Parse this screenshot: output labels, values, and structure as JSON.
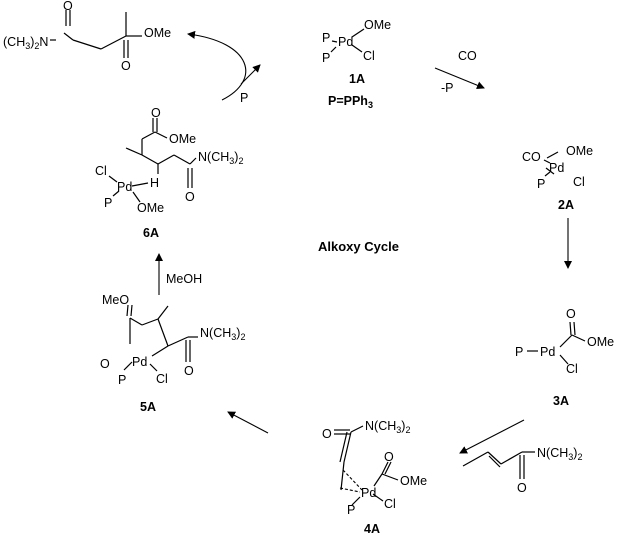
{
  "title": "Alkoxy Cycle",
  "definition": "P=PPh",
  "definition_subscript": "3",
  "compounds": {
    "c1A": {
      "id": "1A",
      "atoms": {
        "pd": "Pd",
        "ome": "OMe",
        "cl": "Cl",
        "p1": "P",
        "p2": "P"
      }
    },
    "c2A": {
      "id": "2A",
      "atoms": {
        "co": "CO",
        "pd": "Pd",
        "ome": "OMe",
        "cl": "Cl",
        "p": "P"
      }
    },
    "c3A": {
      "id": "3A",
      "atoms": {
        "p": "P",
        "pd": "Pd",
        "ome": "OMe",
        "o": "O",
        "cl": "Cl"
      }
    },
    "c4A": {
      "id": "4A",
      "atoms": {
        "amide": "N(CH",
        "o1": "O",
        "pd": "Pd",
        "o2": "O",
        "ome": "OMe",
        "cl": "Cl",
        "p": "P"
      }
    },
    "c5A": {
      "id": "5A",
      "atoms": {
        "meo": "MeO",
        "o1": "O",
        "pd": "Pd",
        "cl": "Cl",
        "p": "P",
        "amide": "N(CH",
        "o2": "O"
      }
    },
    "c6A": {
      "id": "6A",
      "atoms": {
        "o1": "O",
        "ome": "OMe",
        "amide": "N(CH",
        "o2": "O",
        "cl": "Cl",
        "pd": "Pd",
        "h": "H",
        "p": "P",
        "ome2": "OMe"
      }
    },
    "product": {
      "atoms": {
        "amide": "(CH",
        "n": "N",
        "o1": "O",
        "ome": "OMe",
        "o2": "O"
      }
    },
    "substrate": {
      "atoms": {
        "amide": "N(CH",
        "o": "O"
      }
    }
  },
  "amide_sub": "3",
  "amide_close": ")",
  "amide_count": "2",
  "arrows": {
    "co_label": "CO",
    "minus_p_label": "-P",
    "p_label": "P",
    "meoh_label": "MeOH"
  }
}
